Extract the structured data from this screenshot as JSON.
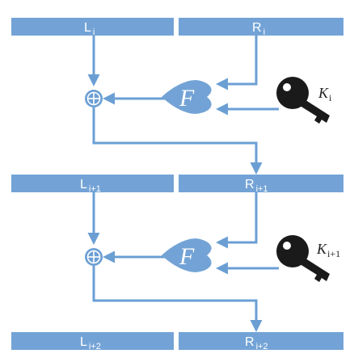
{
  "rounds": [
    {
      "left": {
        "base": "L",
        "sub": "i"
      },
      "right": {
        "base": "R",
        "sub": "i"
      },
      "function": "F",
      "key": {
        "base": "K",
        "sub": "i"
      }
    },
    {
      "left": {
        "base": "L",
        "sub": "i+1"
      },
      "right": {
        "base": "R",
        "sub": "i+1"
      },
      "function": "F",
      "key": {
        "base": "K",
        "sub": "i+1"
      }
    },
    {
      "left": {
        "base": "L",
        "sub": "i+2"
      },
      "right": {
        "base": "R",
        "sub": "i+2"
      }
    }
  ],
  "xor_symbol": "⊕",
  "colors": {
    "register": "#73a3d6",
    "arrow": "#6b9fd4",
    "key": "#1a1a1a",
    "text_on_register": "#ffffff"
  }
}
